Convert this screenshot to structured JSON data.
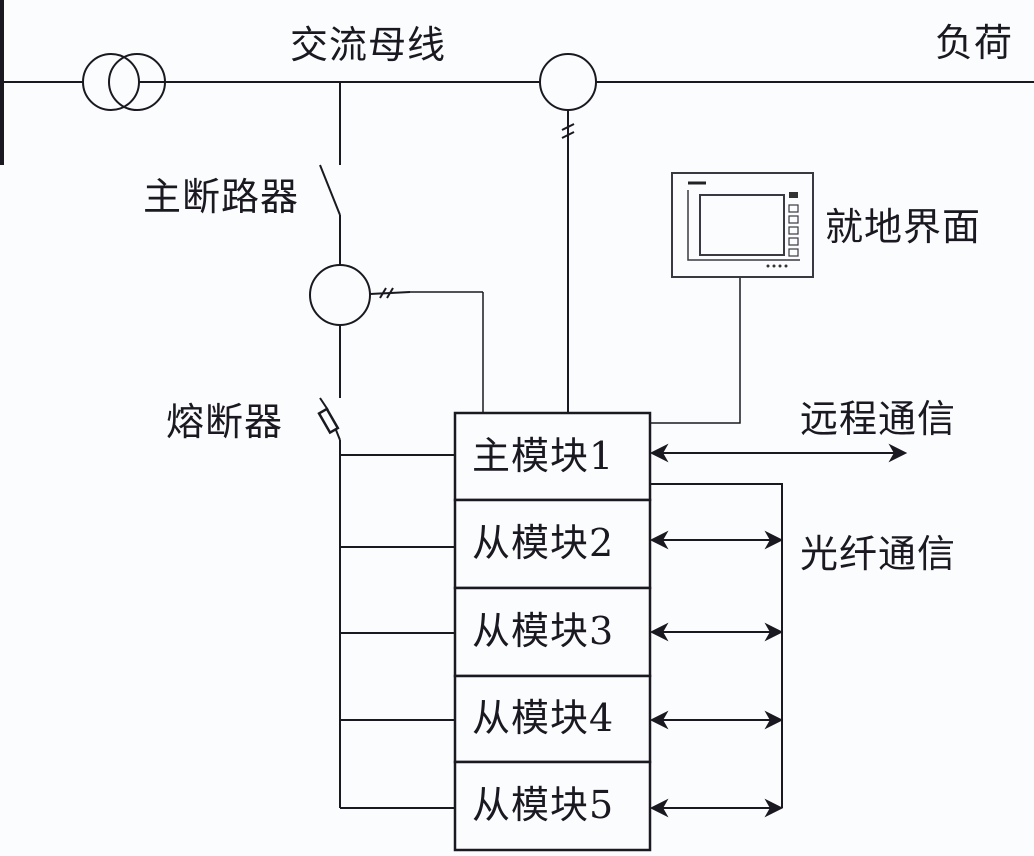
{
  "labels": {
    "ac_bus": "交流母线",
    "load": "负荷",
    "main_breaker": "主断路器",
    "fuse": "熔断器",
    "local_hmi": "就地界面",
    "remote_comm": "远程通信",
    "fiber_comm": "光纤通信"
  },
  "modules": [
    {
      "label": "主模块1",
      "role": "master"
    },
    {
      "label": "从模块2",
      "role": "slave"
    },
    {
      "label": "从模块3",
      "role": "slave"
    },
    {
      "label": "从模块4",
      "role": "slave"
    },
    {
      "label": "从模块5",
      "role": "slave"
    }
  ],
  "components": {
    "transformer_icon": "double-circle-transformer",
    "ct_icon": "current-transformer-circle",
    "breaker_icon": "switch-breaker",
    "fuse_icon": "fuse",
    "hmi_icon": "touch-panel"
  },
  "colors": {
    "line": "#1a1820",
    "background": "#fbfcfd"
  }
}
